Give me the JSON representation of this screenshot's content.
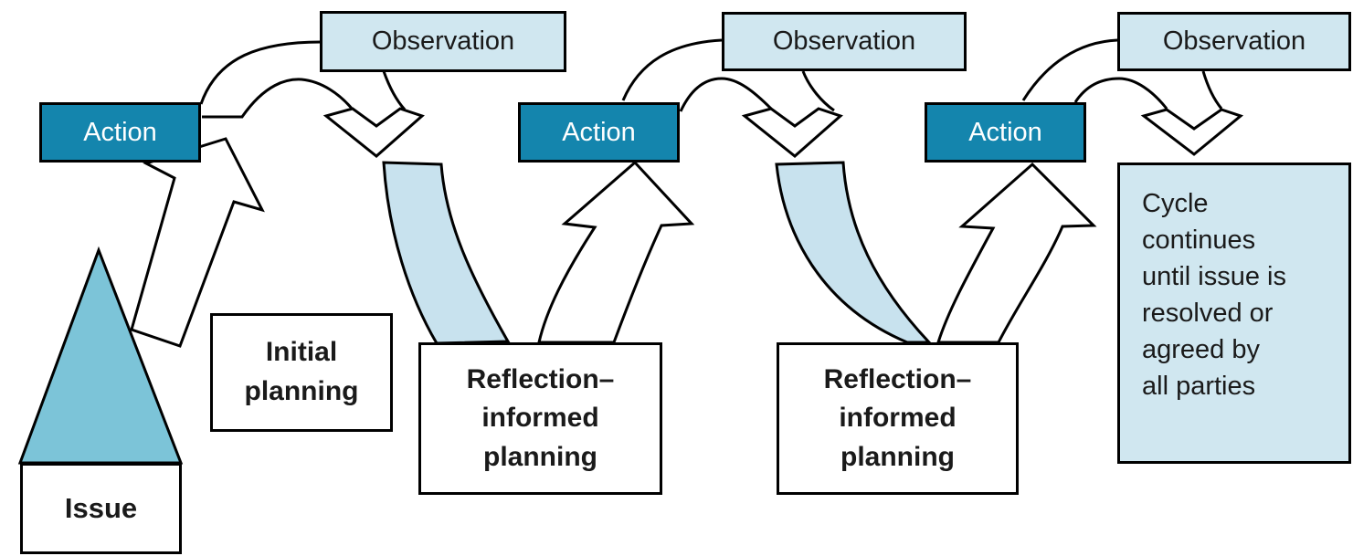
{
  "diagram_title": "Action research cycle diagram",
  "colors": {
    "action_blue": "#1485ad",
    "box_blue": "#d0e7f0",
    "swoosh_blue": "#c8e2ee",
    "triangle_teal": "#7cc4d8",
    "outline": "#000000"
  },
  "boxes": {
    "observation1": {
      "label": "Observation"
    },
    "observation2": {
      "label": "Observation"
    },
    "observation3": {
      "label": "Observation"
    },
    "action1": {
      "label": "Action"
    },
    "action2": {
      "label": "Action"
    },
    "action3": {
      "label": "Action"
    },
    "initial_planning": {
      "lines": [
        "Initial",
        "planning"
      ]
    },
    "reflection1": {
      "lines": [
        "Reflection–",
        "informed",
        "planning"
      ]
    },
    "reflection2": {
      "lines": [
        "Reflection–",
        "informed",
        "planning"
      ]
    },
    "issue": {
      "label": "Issue"
    },
    "cycle_note": {
      "lines": [
        "Cycle",
        "continues",
        "until issue is",
        "resolved or",
        "agreed by",
        "all parties"
      ]
    }
  }
}
